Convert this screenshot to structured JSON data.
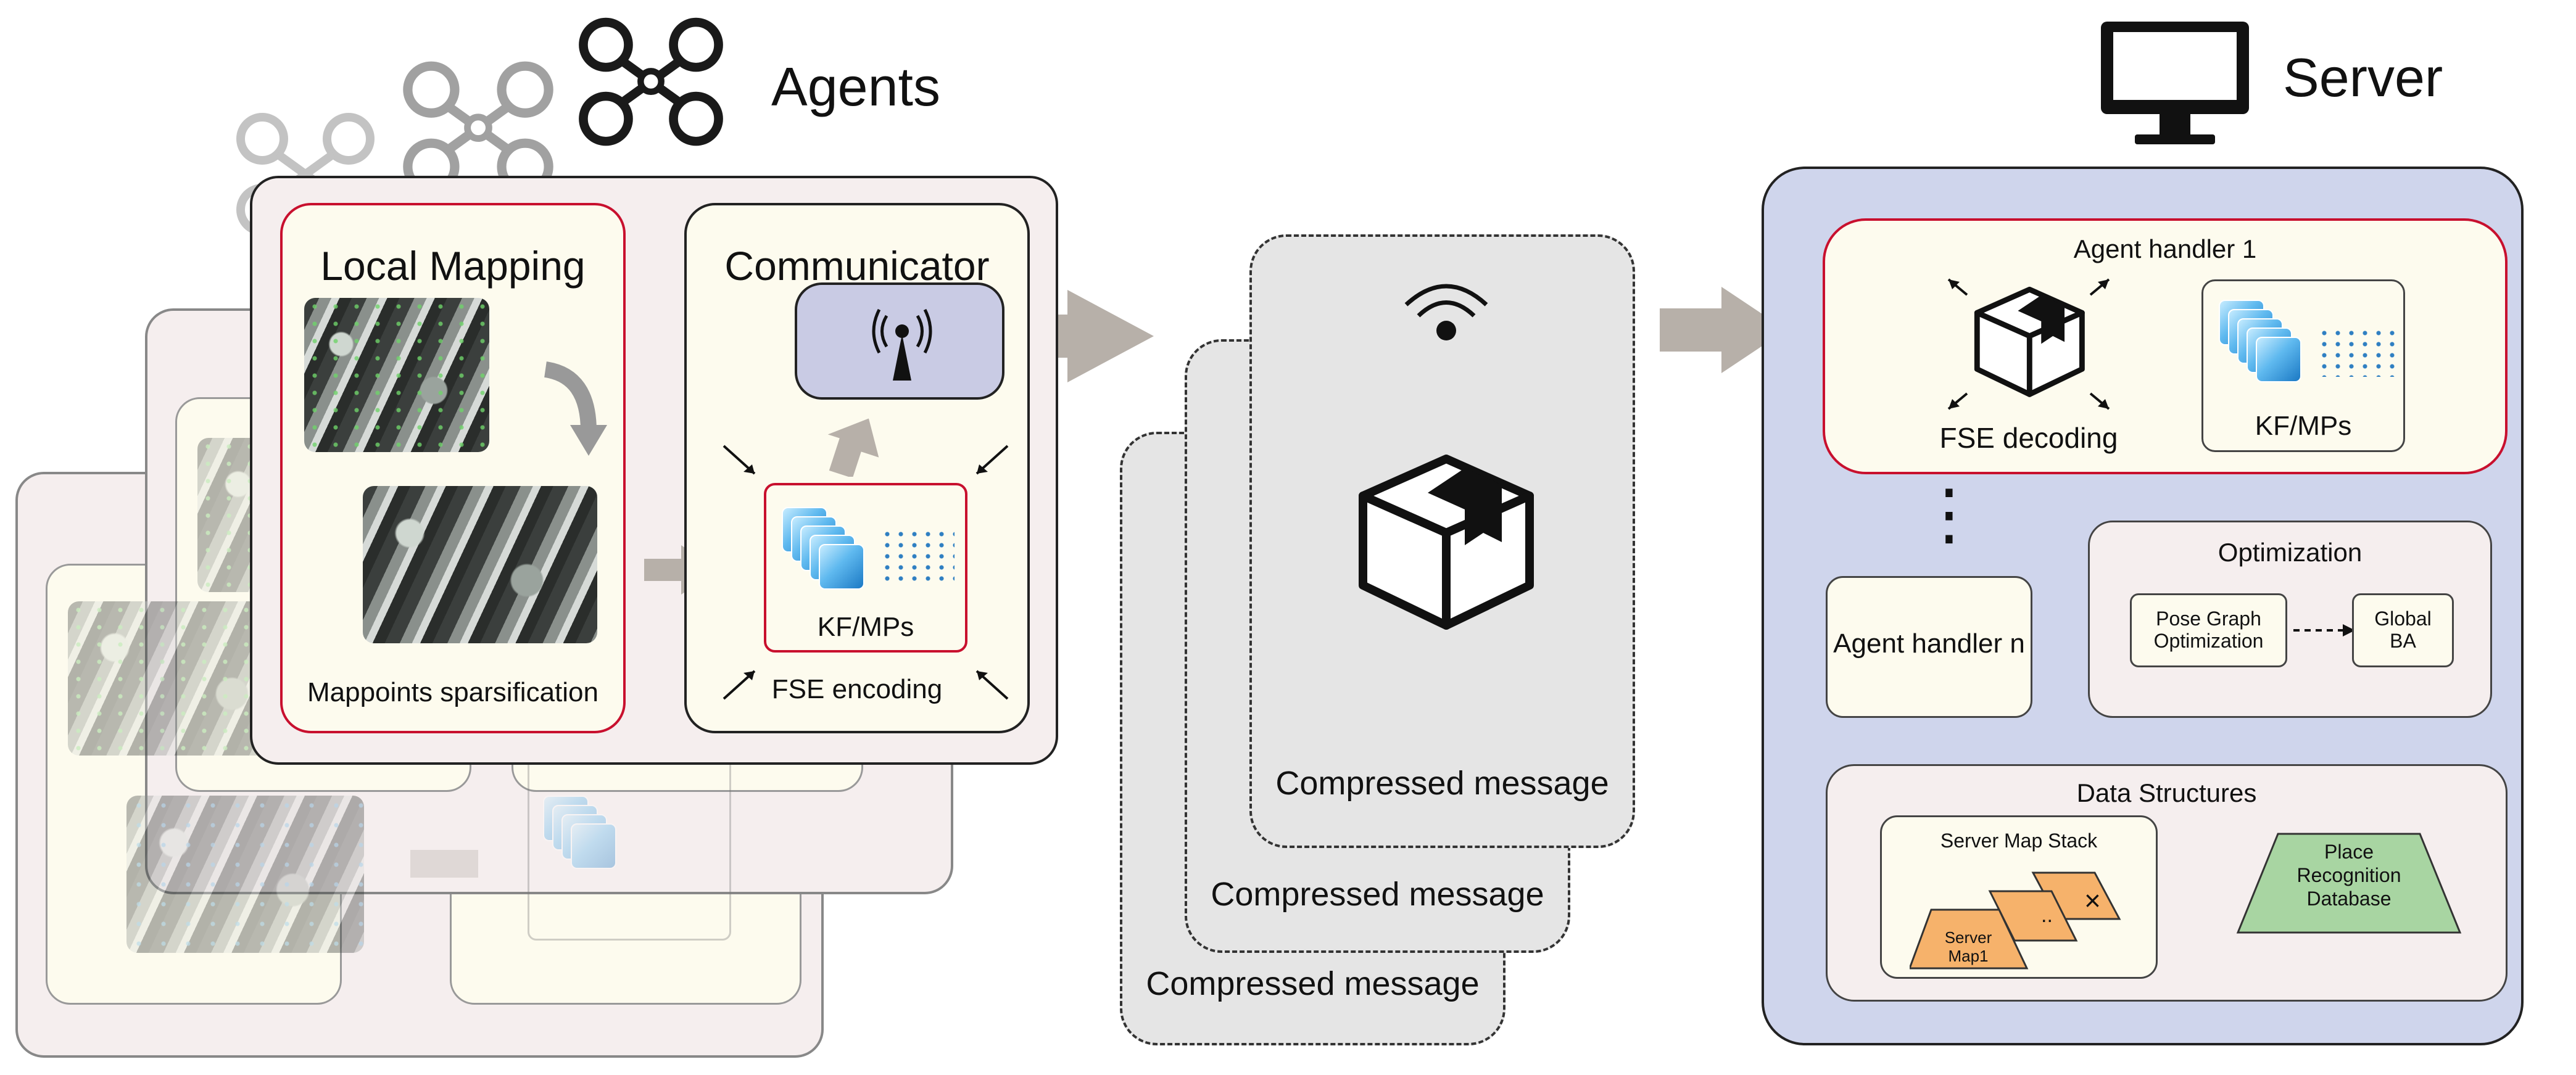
{
  "agents": {
    "title": "Agents",
    "local_mapping": {
      "title": "Local Mapping",
      "caption": "Mappoints sparsification"
    },
    "communicator": {
      "title": "Communicator",
      "kf_label": "KF/MPs",
      "encoding_label": "FSE encoding"
    }
  },
  "messages": {
    "label_1": "Compressed message",
    "label_2": "Compressed message",
    "label_3": "Compressed message"
  },
  "server": {
    "title": "Server",
    "agent_handler_1": {
      "title": "Agent handler 1",
      "decoding_label": "FSE decoding",
      "kf_label": "KF/MPs"
    },
    "ellipsis": "⋮",
    "agent_handler_n": {
      "title": "Agent handler n"
    },
    "optimization": {
      "title": "Optimization",
      "pose_graph": "Pose Graph\nOptimization",
      "global_ba": "Global\nBA"
    },
    "data_structures": {
      "title": "Data Structures",
      "server_map_stack": "Server Map Stack",
      "server_map1": "Server\nMap1",
      "map_dots": "..",
      "map_x": "×",
      "place_recognition": "Place\nRecognition\nDatabase"
    }
  },
  "colors": {
    "agent_card_bg": "#f5eeee",
    "inner_panel_bg": "#fdfbee",
    "red_border": "#c8102e",
    "message_bg": "#e5e5e5",
    "server_bg": "#cfd5ec",
    "antenna_box": "#c9cbe4",
    "map_orange": "#f6b26b",
    "place_green": "#a8d5a2",
    "arrow_gray": "#b7b0a9"
  }
}
